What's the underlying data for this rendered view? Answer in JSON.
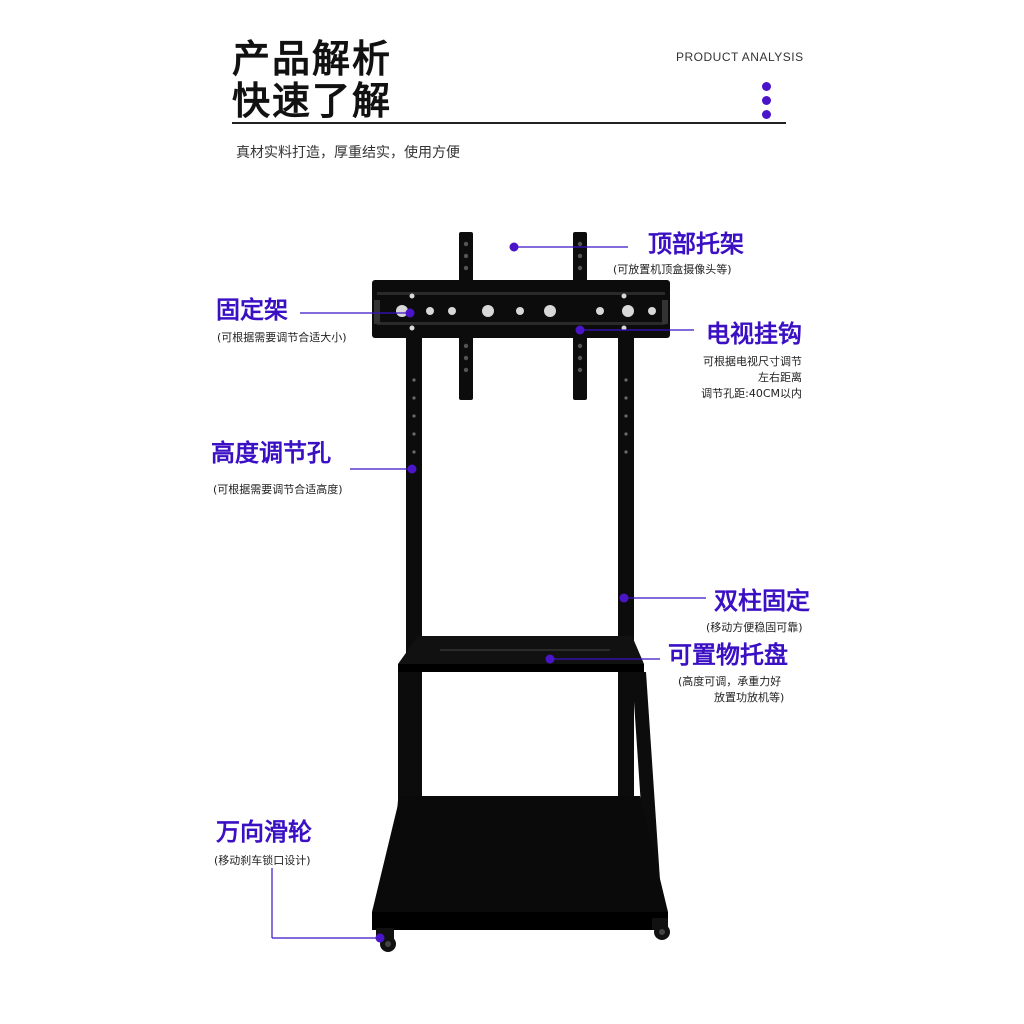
{
  "header": {
    "title_line1": "产品解析",
    "title_line2": "快速了解",
    "english_title": "PRODUCT ANALYSIS",
    "subtitle": "真材实料打造，厚重结实，使用方便"
  },
  "colors": {
    "accent": "#3b10c4",
    "dot": "#4a14c8",
    "product": "#0c0c0c"
  },
  "callouts": {
    "top_bracket": {
      "label": "顶部托架",
      "note": "(可放置机顶盒摄像头等)"
    },
    "fixed_frame": {
      "label": "固定架",
      "note": "(可根据需要调节合适大小)"
    },
    "tv_hook": {
      "label": "电视挂钩",
      "note_lines": [
        "可根据电视尺寸调节",
        "左右距离",
        "调节孔距:40CM以内"
      ]
    },
    "height_holes": {
      "label": "高度调节孔",
      "note": "(可根据需要调节合适高度)"
    },
    "double_column": {
      "label": "双柱固定",
      "note": "(移动方便稳固可靠)"
    },
    "tray": {
      "label": "可置物托盘",
      "note_lines": [
        "(高度可调，承重力好",
        "放置功放机等)"
      ]
    },
    "casters": {
      "label": "万向滑轮",
      "note": "(移动刹车锁口设计)"
    }
  }
}
